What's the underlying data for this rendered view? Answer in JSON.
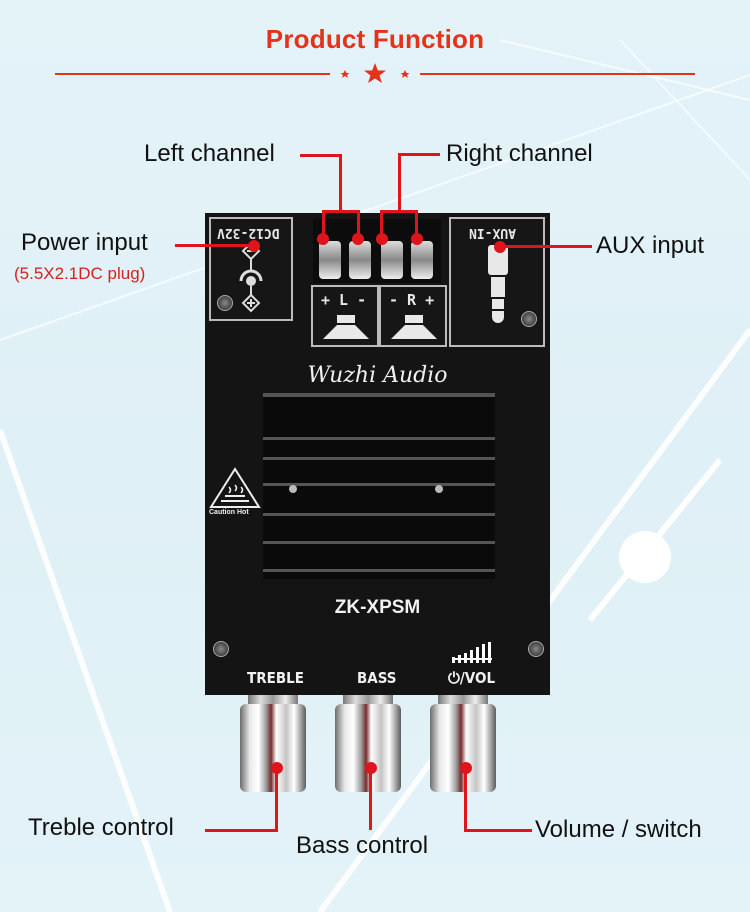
{
  "header": {
    "title": "Product Function"
  },
  "callouts": {
    "left_channel": "Left channel",
    "right_channel": "Right channel",
    "power_input": "Power input",
    "power_input_note": "(5.5X2.1DC plug)",
    "aux_input": "AUX input",
    "treble_control": "Treble control",
    "bass_control": "Bass control",
    "volume_switch": "Volume / switch"
  },
  "board": {
    "power_label": "DC12-32V",
    "aux_label": "AUX-IN",
    "left_speaker_label": "+ L -",
    "right_speaker_label": "- R +",
    "brand": "Wuzhi Audio",
    "caution": "Caution Hot",
    "model": "ZK-XPSM",
    "knob_labels": [
      "TREBLE",
      "BASS",
      "⏻/VOL"
    ]
  },
  "colors": {
    "accent_red": "#e4321b",
    "callout_line_red": "#e0141b",
    "board_black": "#141414",
    "background": "#e2f2f7"
  }
}
